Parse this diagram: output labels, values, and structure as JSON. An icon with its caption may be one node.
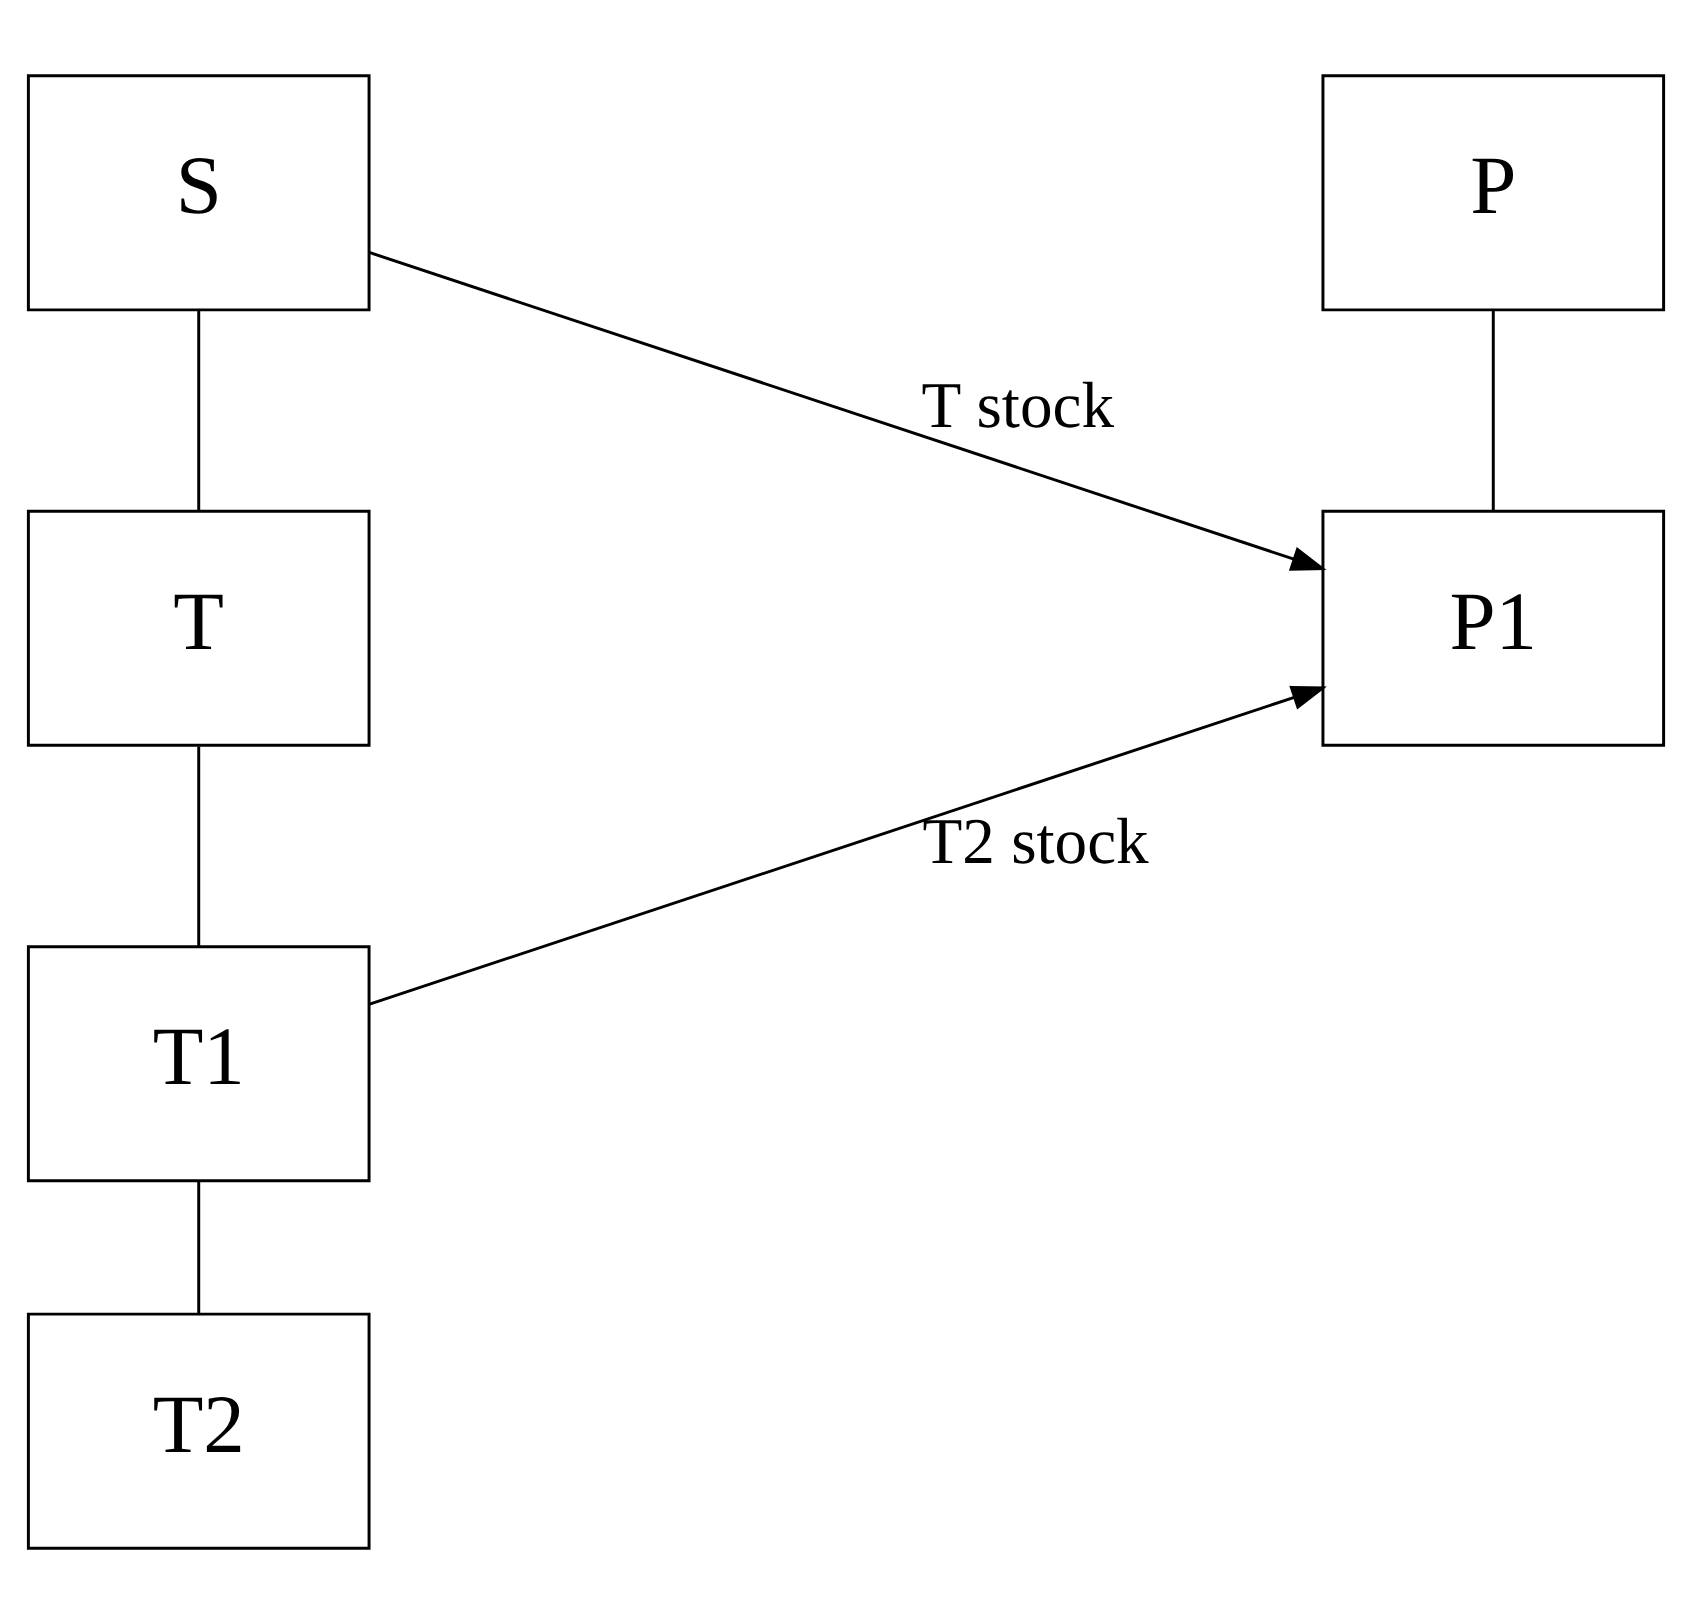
{
  "diagram": {
    "nodes": [
      {
        "text": [
          "S"
        ]
      },
      {
        "text": [
          "T"
        ]
      },
      {
        "text": [
          "T1"
        ]
      },
      {
        "text": [
          "T2"
        ]
      },
      {
        "text": [
          "P"
        ]
      },
      {
        "text": [
          "P1"
        ]
      }
    ],
    "edges": [
      {
        "from": 0,
        "to": 1,
        "arrow": "none"
      },
      {
        "from": 1,
        "to": 2,
        "arrow": "none"
      },
      {
        "from": 2,
        "to": 3,
        "arrow": "none"
      },
      {
        "from": 4,
        "to": 5,
        "arrow": "none"
      },
      {
        "from": 0,
        "to": 5,
        "arrow": "to",
        "label": "T stock"
      },
      {
        "from": 2,
        "to": 5,
        "arrow": "to",
        "label": "T2 stock"
      }
    ]
  }
}
